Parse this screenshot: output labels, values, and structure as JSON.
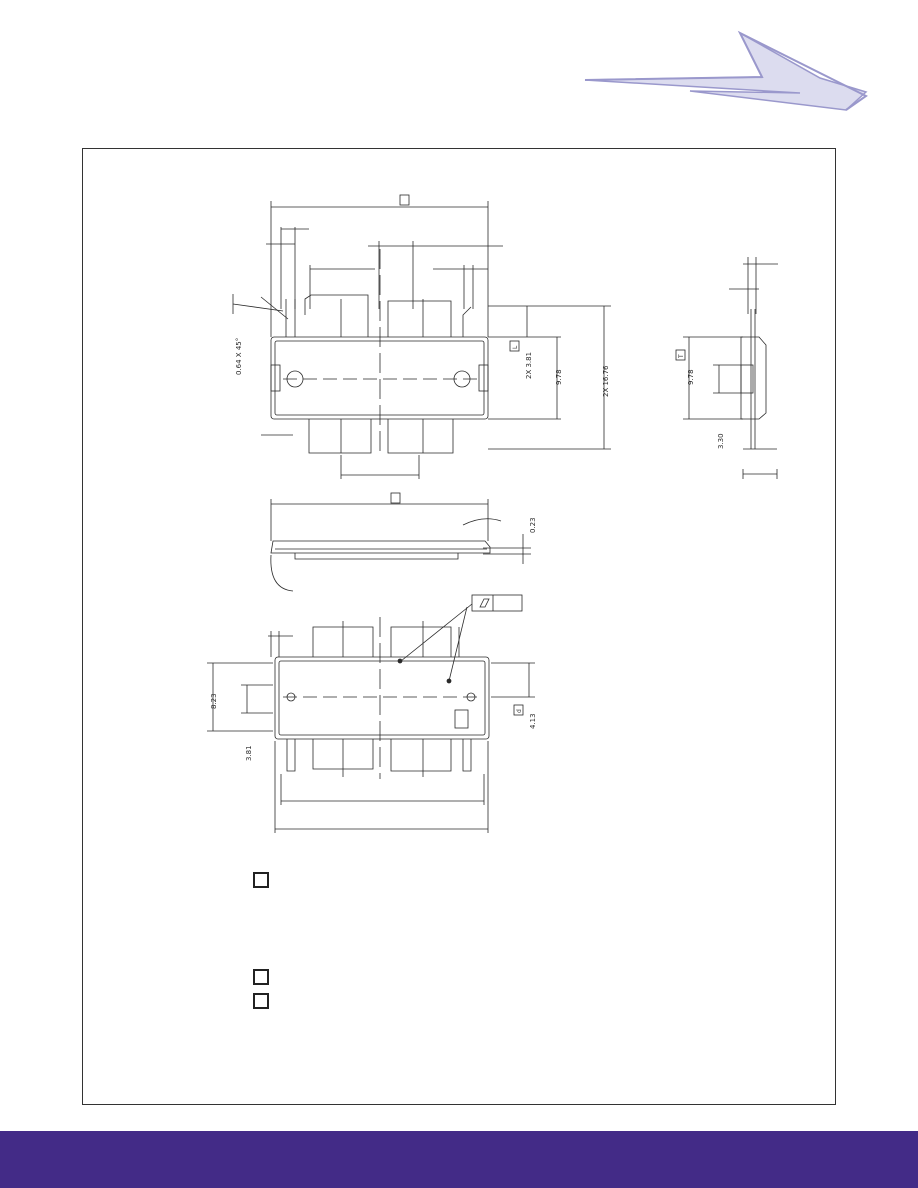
{
  "colors": {
    "footer_bar": "#432b87",
    "logo_stroke": "#9a98cc",
    "logo_fill": "#dcdcef",
    "line": "#2a2a2a"
  },
  "icons": {
    "logo": "lightning-bolt-swoosh-logo"
  },
  "drawing": {
    "top_view": {
      "chamfer_label": "0.64 X 45°",
      "dim_2x_3_81": "2X 3.81",
      "dim_9_78": "9.78",
      "dim_2x_16_76": "2X 16.76",
      "datum_a": "L"
    },
    "side_view": {
      "dim_9_78": "9.78",
      "dim_3_30": "3.30",
      "datum": "T"
    },
    "end_view": {
      "dim_0_23": "0.23"
    },
    "bottom_view": {
      "dim_8_23": "8.23",
      "dim_3_81": "3.81",
      "dim_4_13": "4.13",
      "datum": "d"
    }
  }
}
